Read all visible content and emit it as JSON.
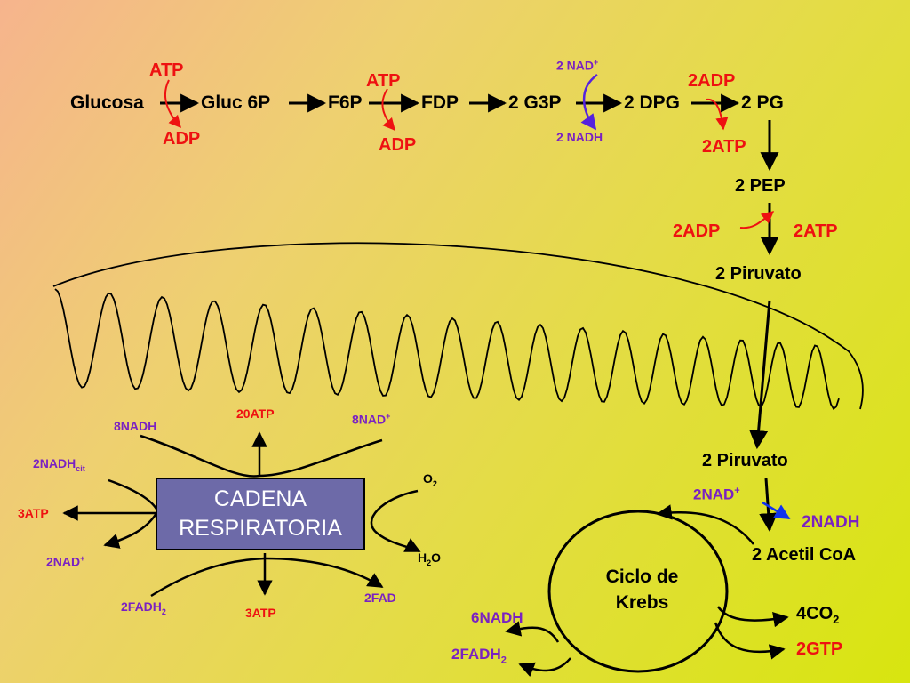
{
  "glycolysis": {
    "glucosa": "Glucosa",
    "gluc6p": "Gluc 6P",
    "f6p": "F6P",
    "fdp": "FDP",
    "g3p": "2 G3P",
    "dpg": "2 DPG",
    "pg": "2 PG",
    "atp1": "ATP",
    "adp1": "ADP",
    "atp2": "ATP",
    "adp2": "ADP",
    "nad": "2 NAD",
    "nad_sup": "+",
    "nadh": "2 NADH",
    "adp3": "2ADP",
    "atp3": "2ATP",
    "pep": "2 PEP",
    "adp4": "2ADP",
    "atp4": "2ATP",
    "piruvato1": "2 Piruvato"
  },
  "mitochondria": {
    "piruvato2": "2 Piruvato",
    "nad": "2NAD",
    "nad_sup": "+",
    "nadh": "2NADH",
    "acetil": "2 Acetil CoA",
    "krebs_line1": "Ciclo de",
    "krebs_line2": "Krebs",
    "co2": "4CO",
    "co2_sub": "2",
    "gtp": "2GTP",
    "nadh6": "6NADH",
    "fadh": "2FADH",
    "fadh_sub": "2"
  },
  "chain": {
    "title_line1": "CADENA",
    "title_line2": "RESPIRATORIA",
    "atp20": "20ATP",
    "nadh8": "8NADH",
    "nad8": "8NAD",
    "nad8_sup": "+",
    "nadhcit": "2NADH",
    "nadhcit_sub": "cit",
    "atp3a": "3ATP",
    "nad2": "2NAD",
    "nad2_sup": "+",
    "o2": "O",
    "o2_sub": "2",
    "h2o_h": "H",
    "h2o_sub": "2",
    "h2o_o": "O",
    "fadh2": "2FADH",
    "fadh2_sub": "2",
    "atp3b": "3ATP",
    "fad2": "2FAD"
  },
  "colors": {
    "atp": "#ee1111",
    "nad": "#7a21c2",
    "box": "#6d6aa8",
    "nad_arrow": "#5522dd",
    "blue_arrow": "#1133ee"
  }
}
